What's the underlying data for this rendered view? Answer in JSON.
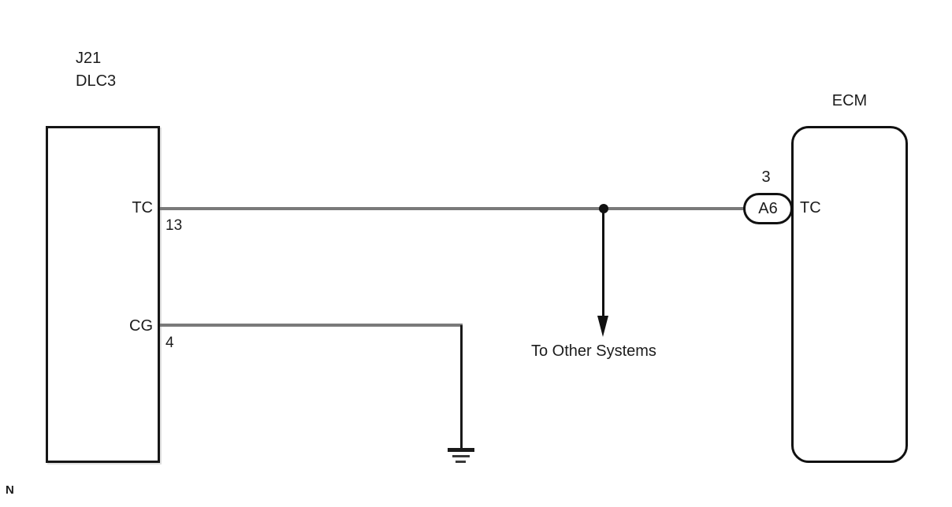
{
  "diagram": {
    "dlc3": {
      "code": "J21",
      "name": "DLC3",
      "pins": {
        "tc": {
          "label": "TC",
          "number": "13"
        },
        "cg": {
          "label": "CG",
          "number": "4"
        }
      }
    },
    "ecm": {
      "title": "ECM",
      "pin_number": "3",
      "terminal_code": "A6",
      "pin_label": "TC"
    },
    "branch_label": "To Other Systems",
    "footnote": "N",
    "colors": {
      "wire_gray": "#7a7a7a",
      "line_black": "#111111",
      "background": "#ffffff"
    }
  }
}
